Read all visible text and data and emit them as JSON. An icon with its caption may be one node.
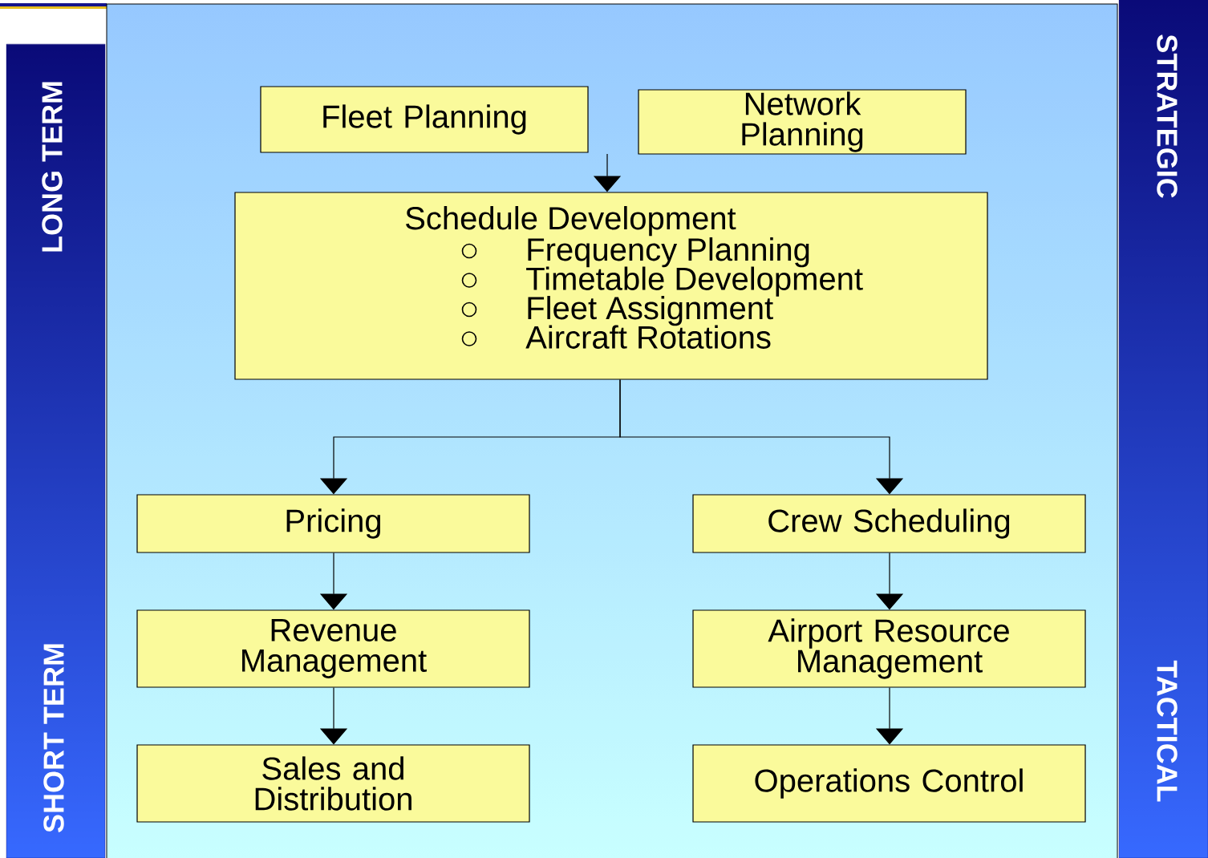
{
  "diagram": {
    "nodes": [
      {
        "text": [
          "LONG TERM",
          "SHORT TERM"
        ]
      },
      {
        "text": [
          "Fleet Planning"
        ]
      },
      {
        "text": [
          "Network Planning"
        ]
      },
      {
        "text": [
          "Schedule Development",
          "Frequency Planning",
          "Timetable Development",
          "Fleet Assignment",
          "Aircraft Rotations"
        ]
      },
      {
        "text": [
          "Pricing"
        ]
      },
      {
        "text": [
          "Crew Scheduling"
        ]
      },
      {
        "text": [
          "Revenue Management"
        ]
      },
      {
        "text": [
          "Airport Resource Management"
        ]
      },
      {
        "text": [
          "Sales and Distribution"
        ]
      },
      {
        "text": [
          "Operations Control"
        ]
      },
      {
        "text": [
          "STRATEGIC",
          "TACTICAL"
        ]
      }
    ],
    "edges": [
      {
        "from": null,
        "to": 3,
        "arrow": "to"
      },
      {
        "from": 3,
        "to": 4,
        "arrow": "to"
      },
      {
        "from": 3,
        "to": 5,
        "arrow": "to"
      },
      {
        "from": 4,
        "to": 6,
        "arrow": "to"
      },
      {
        "from": 6,
        "to": 8,
        "arrow": "to"
      },
      {
        "from": 5,
        "to": 7,
        "arrow": "to"
      },
      {
        "from": 7,
        "to": 9,
        "arrow": "to"
      }
    ]
  }
}
